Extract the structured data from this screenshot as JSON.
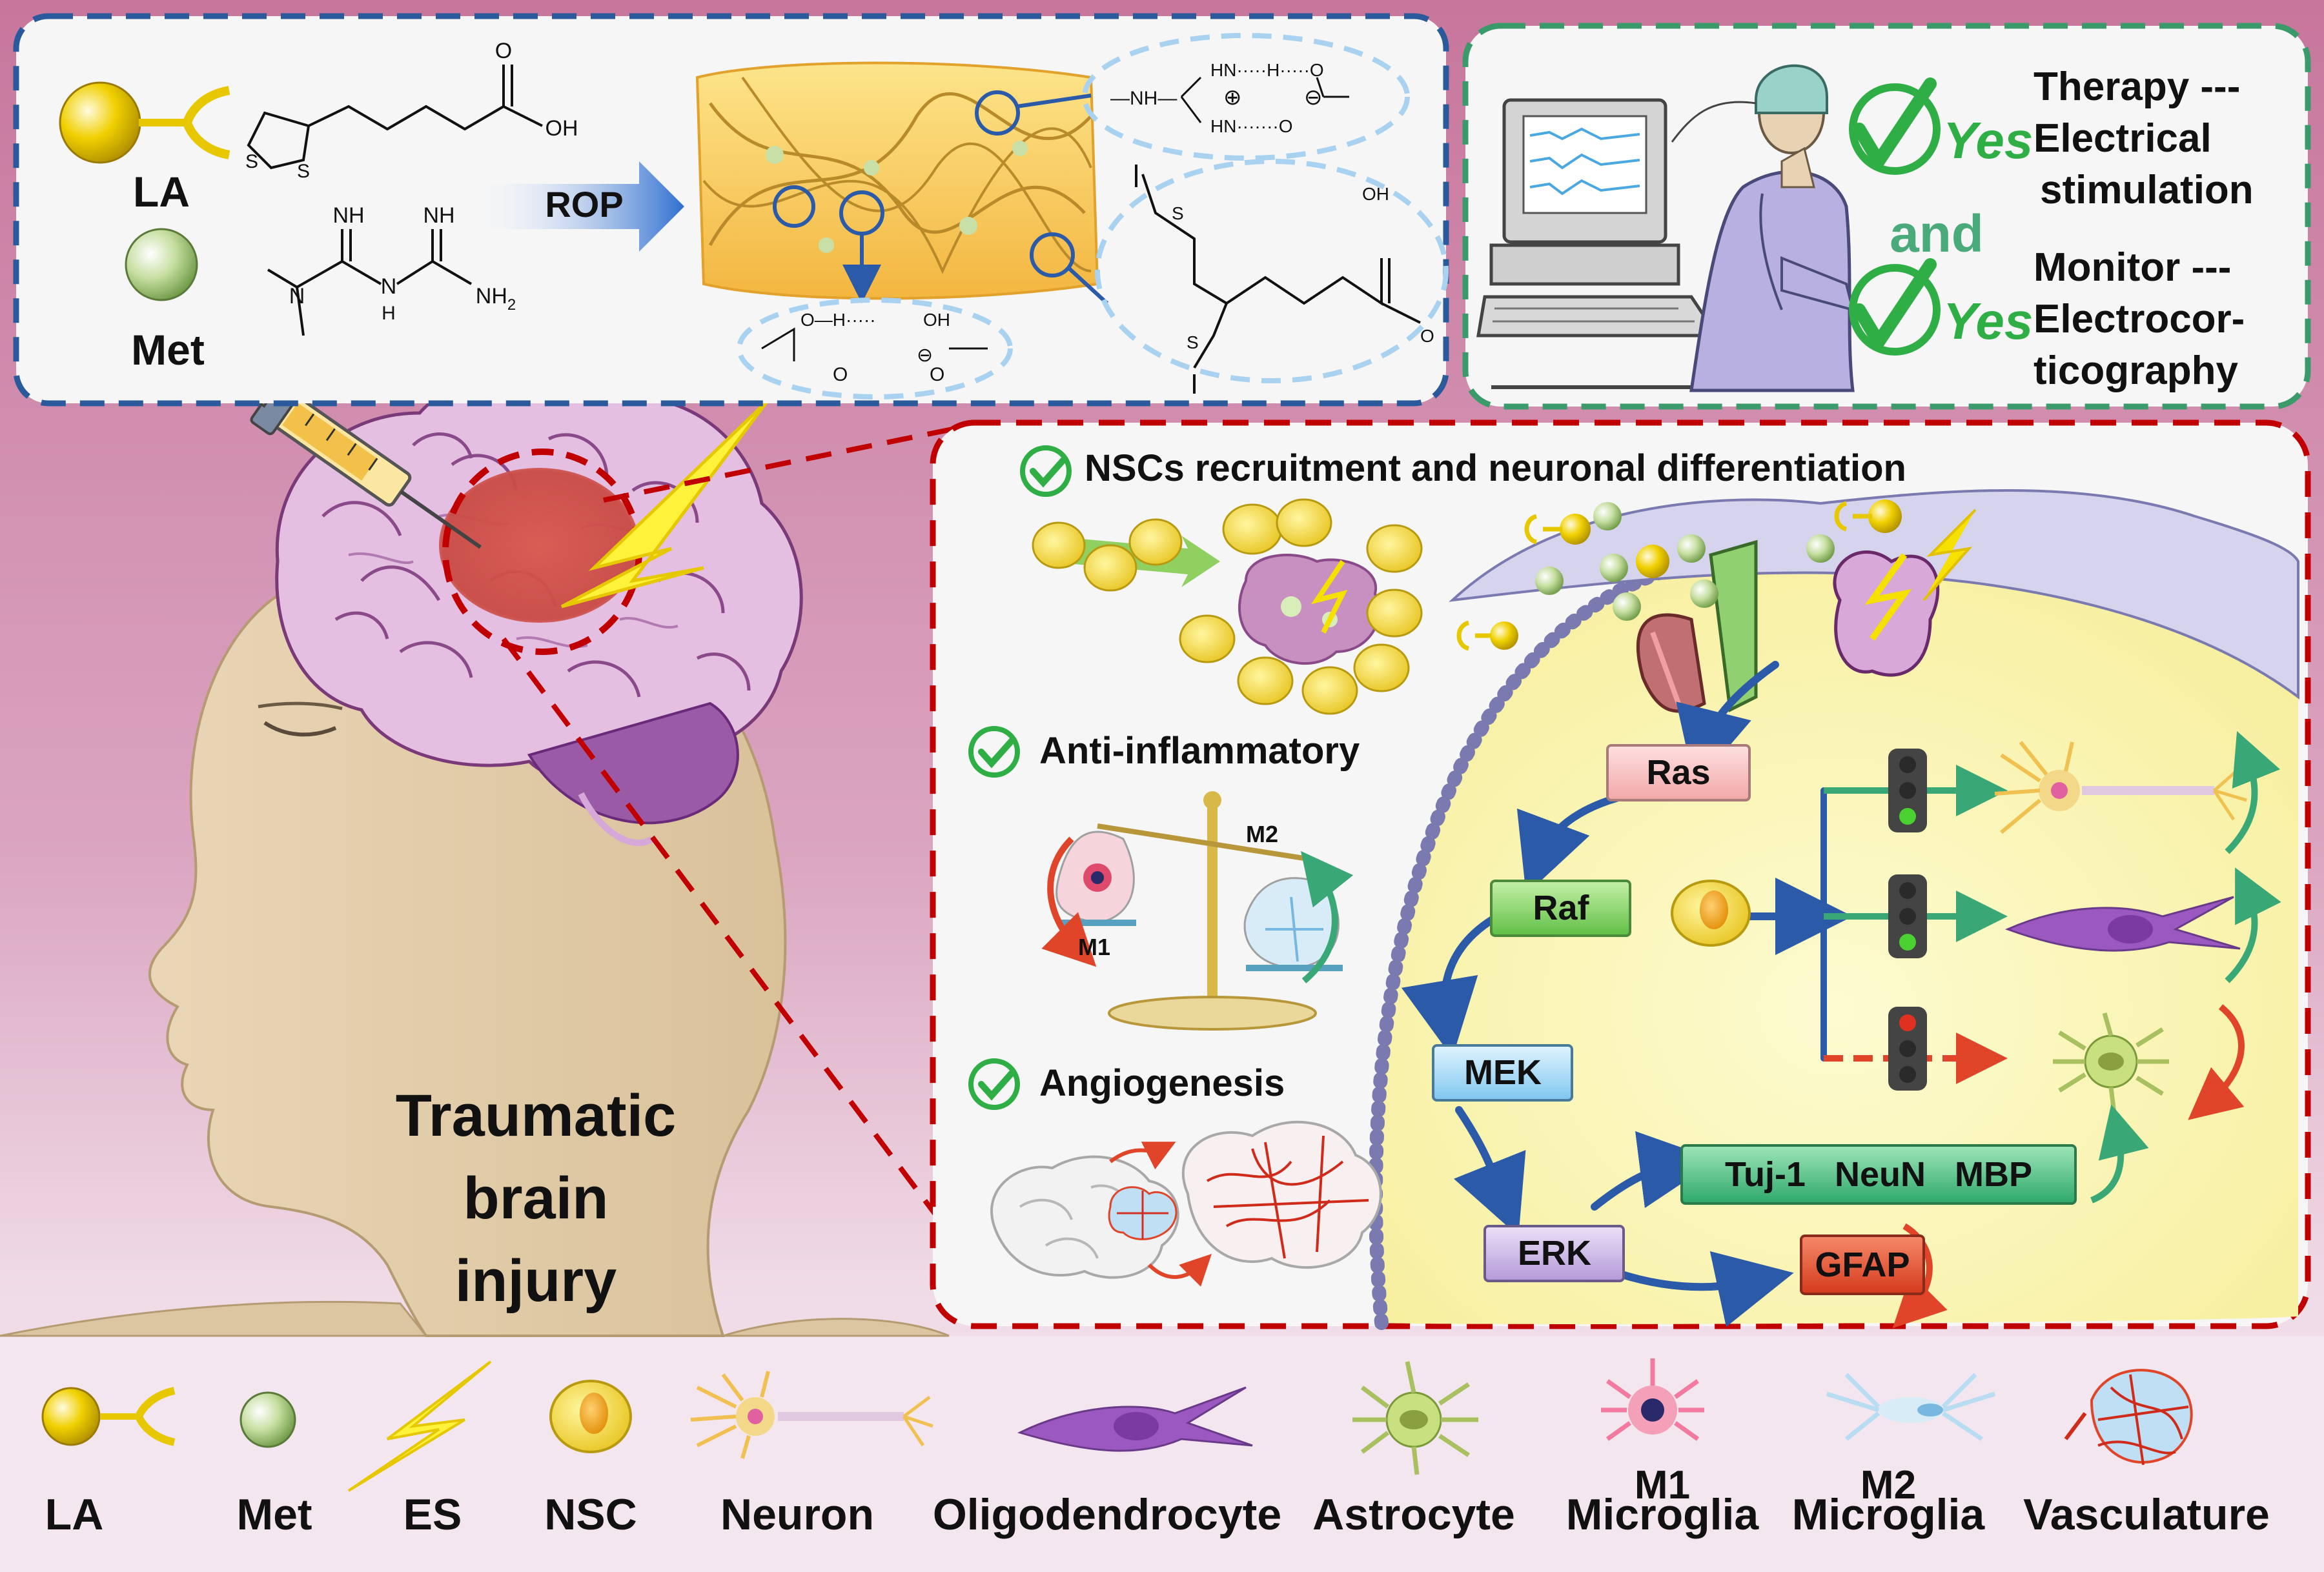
{
  "synthesis": {
    "la_label": "LA",
    "met_label": "Met",
    "rop_label": "ROP",
    "chem": {
      "oh": "OH",
      "s": "S",
      "nh": "NH",
      "n": "N",
      "h": "H",
      "nh2": "NH",
      "sub2": "2",
      "hn": "HN",
      "o": "O",
      "plus": "⊕",
      "minus": "⊖",
      "nh_dash": "—NH—",
      "oh_h": "OH",
      "o_h_dots": "O—H·····",
      "hn_h_o": "HN·····H·····O",
      "hn_o": "HN·······O"
    }
  },
  "therapy": {
    "yes1": "Yes",
    "yes2": "Yes",
    "and": "and",
    "line1": "Therapy ---",
    "line2": "Electrical",
    "line3": "stimulation",
    "line4": "Monitor ---",
    "line5": "Electrocor-",
    "line6": "ticography"
  },
  "main": {
    "title_line1": "Traumatic",
    "title_line2": "brain",
    "title_line3": "injury"
  },
  "mechanism": {
    "nscs": "NSCs recruitment and neuronal differentiation",
    "anti": "Anti-inflammatory",
    "angio": "Angiogenesis",
    "m1": "M1",
    "m2": "M2",
    "pathway": {
      "ras": "Ras",
      "raf": "Raf",
      "mek": "MEK",
      "erk": "ERK",
      "markers": "Tuj-1   NeuN   MBP",
      "gfap": "GFAP"
    }
  },
  "legend": {
    "items": [
      {
        "label": "LA"
      },
      {
        "label": "Met"
      },
      {
        "label": "ES"
      },
      {
        "label": "NSC"
      },
      {
        "label": "Neuron"
      },
      {
        "label": "Oligodendrocyte"
      },
      {
        "label": "Astrocyte"
      },
      {
        "label": "Microglia",
        "sup": "M1"
      },
      {
        "label": "Microglia",
        "sup": "M2"
      },
      {
        "label": "Vasculature"
      }
    ]
  },
  "colors": {
    "background_top": "#c97a9e",
    "background_bottom": "#f1e0ea",
    "blue_dash": "#2a5a9c",
    "green_dash": "#3a9a6a",
    "red_dash": "#c00000",
    "check_green": "#2fae45",
    "yellow_ls": "#f5e000",
    "membrane_yellow": "#fbf6b0"
  }
}
